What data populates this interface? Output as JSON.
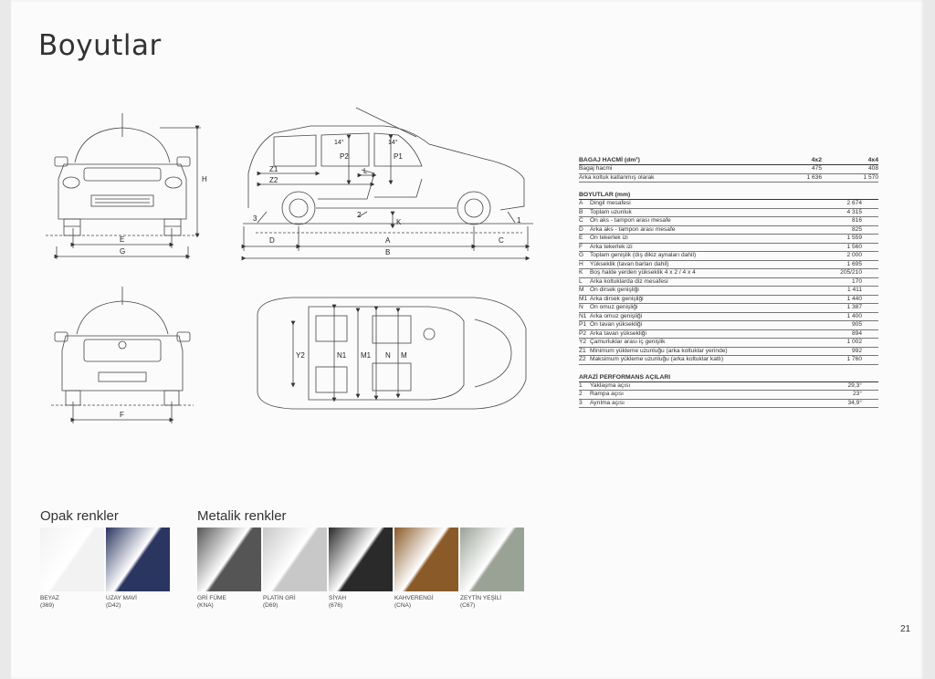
{
  "page": {
    "title": "Boyutlar",
    "page_number": "21"
  },
  "drawings": {
    "front_labels": {
      "e": "E",
      "g": "G",
      "h": "H"
    },
    "side_labels": {
      "p2": "P2",
      "p1": "P1",
      "z1": "Z1",
      "z2": "Z2",
      "l": "L",
      "k": "K",
      "deg1": "14°",
      "deg2": "14°",
      "angle3": "3",
      "angle2": "2",
      "angle1": "1",
      "d": "D",
      "a": "A",
      "c": "C",
      "b": "B"
    },
    "rear_labels": {
      "f": "F"
    },
    "top_labels": {
      "y2": "Y2",
      "n1": "N1",
      "m1": "M1",
      "n": "N",
      "m": "M"
    }
  },
  "tables": {
    "bagaj": {
      "header": "BAGAJ HACMİ (dm³)",
      "col1": "4x2",
      "col2": "4x4",
      "rows": [
        {
          "label": "Bagaj hacmi",
          "v1": "475",
          "v2": "408"
        },
        {
          "label": "Arka koltuk katlanmış olarak",
          "v1": "1 636",
          "v2": "1 570"
        }
      ]
    },
    "boyutlar": {
      "header": "BOYUTLAR (mm)",
      "rows": [
        {
          "k": "A",
          "label": "Dingil mesafesi",
          "value": "2 674"
        },
        {
          "k": "B",
          "label": "Toplam uzunluk",
          "value": "4 315"
        },
        {
          "k": "C",
          "label": "Ön aks - tampon arası mesafe",
          "value": "816"
        },
        {
          "k": "D",
          "label": "Arka aks - tampon arası mesafe",
          "value": "825"
        },
        {
          "k": "E",
          "label": "Ön tekerlek izi",
          "value": "1 559"
        },
        {
          "k": "F",
          "label": "Arka tekerlek izi",
          "value": "1 560"
        },
        {
          "k": "G",
          "label": "Toplam genişlik (dış dikiz aynaları dahil)",
          "value": "2 000"
        },
        {
          "k": "H",
          "label": "Yükseklik (tavan barları dahil)",
          "value": "1 695"
        },
        {
          "k": "K",
          "label": "Boş halde yerden yükseklik 4 x 2 / 4 x 4",
          "value": "205/210"
        },
        {
          "k": "L",
          "label": "Arka koltuklarda diz mesafesi",
          "value": "170"
        },
        {
          "k": "M",
          "label": "Ön dirsek genişliği",
          "value": "1 411"
        },
        {
          "k": "M1",
          "label": "Arka dirsek genişliği",
          "value": "1 440"
        },
        {
          "k": "N",
          "label": "Ön omuz genişliği",
          "value": "1 387"
        },
        {
          "k": "N1",
          "label": "Arka omuz genişliği",
          "value": "1 400"
        },
        {
          "k": "P1",
          "label": "Ön tavan yüksekliği",
          "value": "905"
        },
        {
          "k": "P2",
          "label": "Arka tavan yüksekliği",
          "value": "894"
        },
        {
          "k": "Y2",
          "label": "Çamurluklar arası iç genişlik",
          "value": "1 002"
        },
        {
          "k": "Z1",
          "label": "Minimum yükleme uzunluğu (arka koltuklar yerinde)",
          "value": "992"
        },
        {
          "k": "Z2",
          "label": "Maksimum yükleme uzunluğu (arka koltuklar katlı)",
          "value": "1 760"
        }
      ]
    },
    "arazi": {
      "header": "ARAZİ PERFORMANS AÇILARI",
      "rows": [
        {
          "k": "1",
          "label": "Yaklaşma açısı",
          "value": "29,3°"
        },
        {
          "k": "2",
          "label": "Rampa açısı",
          "value": "23°"
        },
        {
          "k": "3",
          "label": "Ayrılma açısı",
          "value": "34,9°"
        }
      ]
    }
  },
  "colors": {
    "opak_title": "Opak renkler",
    "metalik_title": "Metalik renkler",
    "opak": [
      {
        "name": "BEYAZ",
        "code": "(369)",
        "color": "#f2f2f2"
      },
      {
        "name": "UZAY MAVİ",
        "code": "(D42)",
        "color": "#2a3560"
      }
    ],
    "metalik": [
      {
        "name": "GRİ FÜME",
        "code": "(KNA)",
        "color": "#555555"
      },
      {
        "name": "PLATİN GRİ",
        "code": "(D69)",
        "color": "#c8c8c8"
      },
      {
        "name": "SİYAH",
        "code": "(676)",
        "color": "#2a2a2a"
      },
      {
        "name": "KAHVERENGİ",
        "code": "(CNA)",
        "color": "#8a5a28"
      },
      {
        "name": "ZEYTİN YEŞİLİ",
        "code": "(C67)",
        "color": "#9aa296"
      }
    ]
  }
}
